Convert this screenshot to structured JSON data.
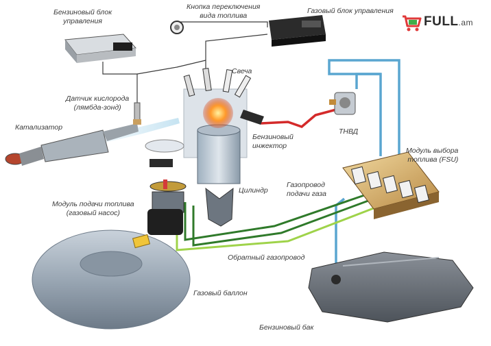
{
  "labels": {
    "petrol_ecu": [
      "Бензиновый блок",
      "управления"
    ],
    "switch_button": [
      "Кнопка переключения",
      "вида топлива"
    ],
    "gas_ecu": "Газовый блок управления",
    "spark_plug": "Свеча",
    "oxygen_sensor": [
      "Датчик кислорода",
      "(лямбда-зонд)"
    ],
    "catalyst": "Катализатор",
    "petrol_injector": [
      "Бензиновый",
      "инжектор"
    ],
    "hp_pump": "ТНВД",
    "fsu": [
      "Модуль выбора",
      "топлива (FSU)"
    ],
    "fuel_module": [
      "Модуль подачи топлива",
      "(газовый насос)"
    ],
    "cylinder": "Цилиндр",
    "gas_supply": [
      "Газопровод",
      "подачи газа"
    ],
    "return_line": "Обратный газопровод",
    "gas_tank": "Газовый баллон",
    "petrol_tank": "Бензиновый бак"
  },
  "brand": {
    "name": "FULL",
    "suffix": ".am"
  },
  "colors": {
    "wire": "#3a3a3a",
    "blue_line": "#5aa6d0",
    "red_line": "#d42a2a",
    "green_dark": "#2f7a2a",
    "green_light": "#9fd34a",
    "tank_gray": "#9aa7b4",
    "brand_red": "#e03a3a",
    "brand_green": "#3fae49"
  }
}
